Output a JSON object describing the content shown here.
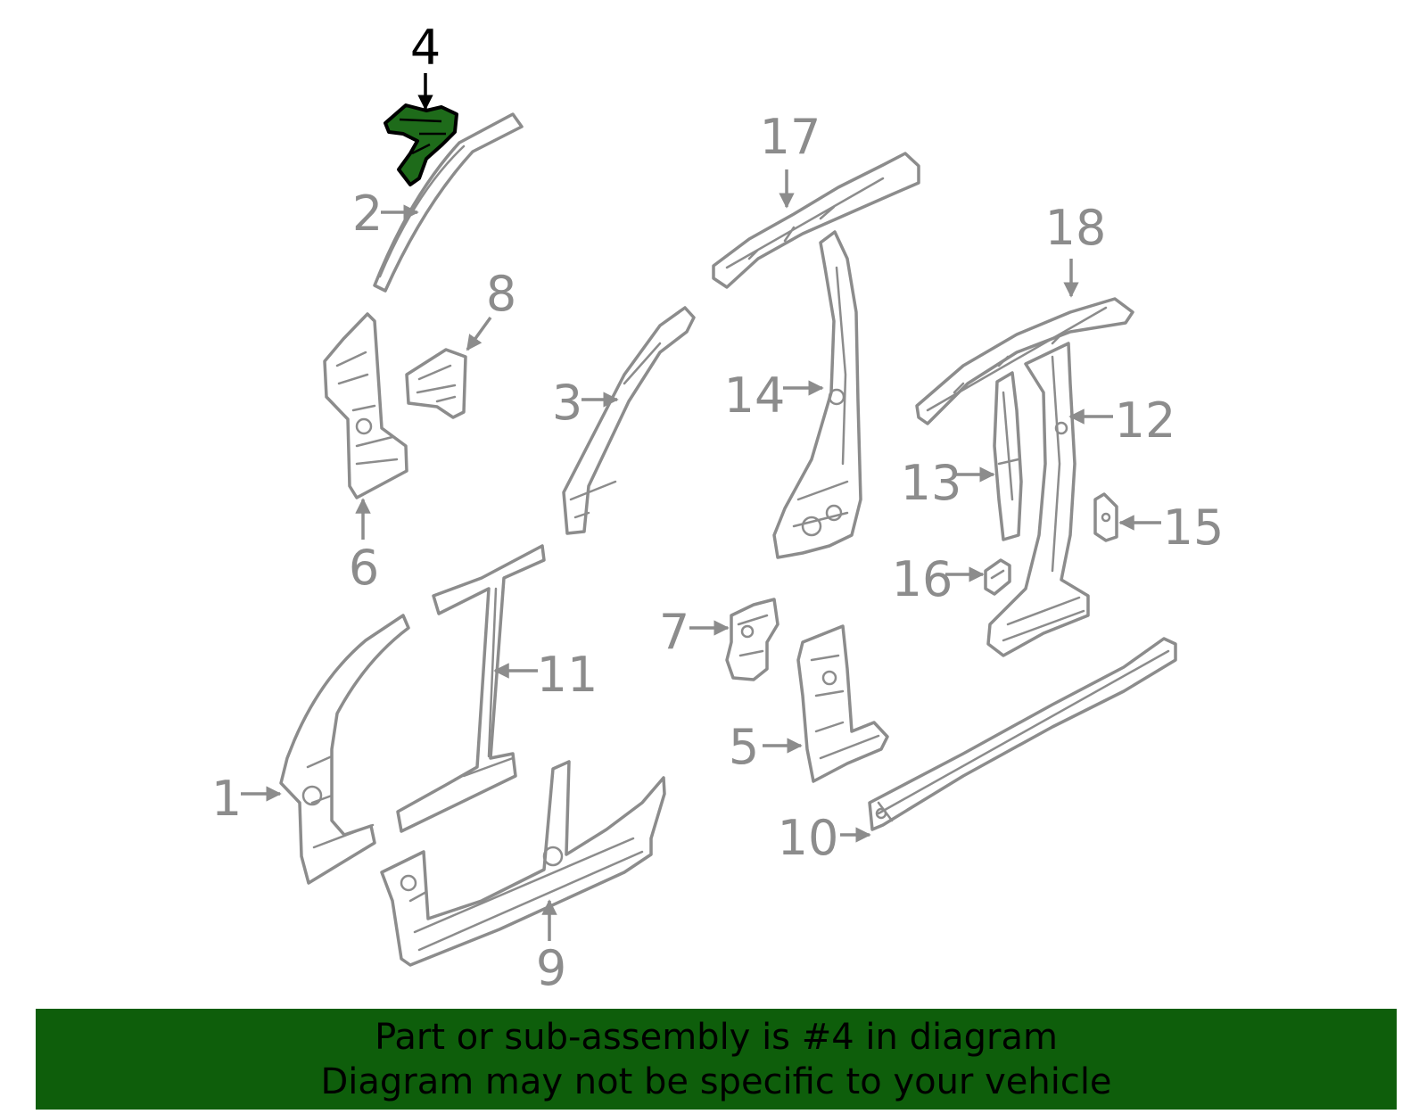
{
  "diagram": {
    "highlighted_part": "4",
    "highlight_color": "#1e6b1a",
    "line_color": "#8c8c8c",
    "callouts": {
      "c1": "1",
      "c2": "2",
      "c3": "3",
      "c4": "4",
      "c5": "5",
      "c6": "6",
      "c7": "7",
      "c8": "8",
      "c9": "9",
      "c10": "10",
      "c11": "11",
      "c12": "12",
      "c13": "13",
      "c14": "14",
      "c15": "15",
      "c16": "16",
      "c17": "17",
      "c18": "18"
    }
  },
  "banner": {
    "background": "#0e5e0b",
    "line1": "Part or sub-assembly is #4 in diagram",
    "line2": "Diagram may not be specific to your vehicle"
  }
}
